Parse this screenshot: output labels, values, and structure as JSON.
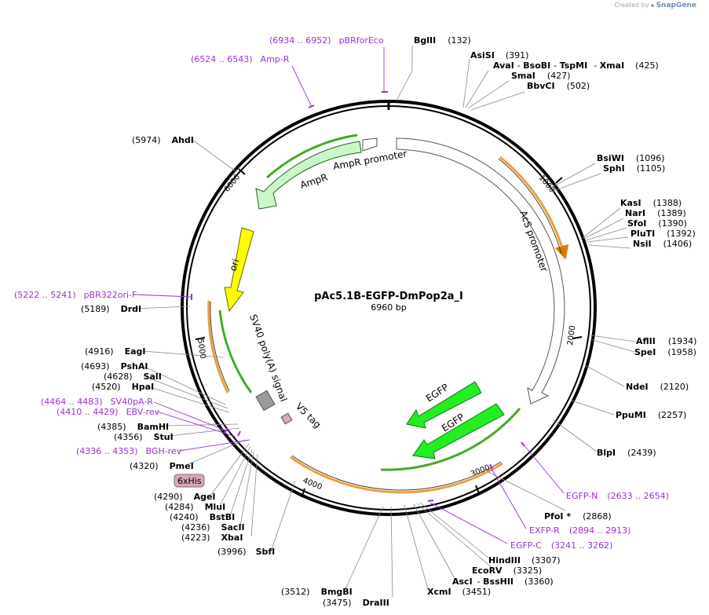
{
  "credit": {
    "prefix": "Created by",
    "brand": "SnapGene"
  },
  "plasmid": {
    "name": "pAc5.1B-EGFP-DmPop2a_I",
    "length_label": "6960 bp",
    "total_bp": 6960
  },
  "ticks": [
    {
      "bp": 1000,
      "label": "1000"
    },
    {
      "bp": 2000,
      "label": "2000"
    },
    {
      "bp": 3000,
      "label": "3000"
    },
    {
      "bp": 4000,
      "label": "4000"
    },
    {
      "bp": 5000,
      "label": "5000"
    },
    {
      "bp": 6000,
      "label": "6000"
    }
  ],
  "features": [
    {
      "label": "AmpR",
      "color": "#c9f7c9",
      "outline": "#226622"
    },
    {
      "label": "AmpR promoter",
      "color": "#ffffff",
      "outline": "#555555"
    },
    {
      "label": "AcS promoter",
      "color": "#ffffff",
      "outline": "#555555"
    },
    {
      "label": "ori",
      "color": "#ffff00",
      "outline": "#666600"
    },
    {
      "label": "SV40 poly(A) signal",
      "color": "#9a9a9a",
      "outline": "#555555"
    },
    {
      "label": "EGFP",
      "color": "#22ee22",
      "outline": "#117711"
    },
    {
      "label": "EGFP",
      "color": "#22ee22",
      "outline": "#117711"
    },
    {
      "label": "V5 tag",
      "color": "#d7a6b8",
      "outline": "#555555"
    },
    {
      "label": "6xHis",
      "color": "#d7a6b8",
      "outline": "#555555"
    }
  ],
  "sites": [
    {
      "name": "BglII",
      "pos": "(132)"
    },
    {
      "name": "AsiSI",
      "pos": "(391)"
    },
    {
      "name": "AvaI",
      "name2": "BsoBI",
      "name3": "TspMI",
      "name4": "XmaI",
      "pos": "(425)"
    },
    {
      "name": "SmaI",
      "pos": "(427)"
    },
    {
      "name": "BbvCI",
      "pos": "(502)"
    },
    {
      "name": "BsiWI",
      "pos": "(1096)"
    },
    {
      "name": "SphI",
      "pos": "(1105)"
    },
    {
      "name": "KasI",
      "pos": "(1388)"
    },
    {
      "name": "NarI",
      "pos": "(1389)"
    },
    {
      "name": "SfoI",
      "pos": "(1390)"
    },
    {
      "name": "PluTI",
      "pos": "(1392)"
    },
    {
      "name": "NsiI",
      "pos": "(1406)"
    },
    {
      "name": "AflII",
      "pos": "(1934)"
    },
    {
      "name": "SpeI",
      "pos": "(1958)"
    },
    {
      "name": "NdeI",
      "pos": "(2120)"
    },
    {
      "name": "PpuMI",
      "pos": "(2257)"
    },
    {
      "name": "BlpI",
      "pos": "(2439)"
    },
    {
      "name": "PfoI *",
      "pos": "(2868)"
    },
    {
      "name": "HindIII",
      "pos": "(3307)"
    },
    {
      "name": "EcoRV",
      "pos": "(3325)"
    },
    {
      "name": "AscI",
      "name2": "BssHII",
      "pos": "(3360)"
    },
    {
      "name": "XcmI",
      "pos": "(3451)"
    },
    {
      "name": "DraIII",
      "pos": "(3475)"
    },
    {
      "name": "BmgBI",
      "pos": "(3512)"
    },
    {
      "name": "SbfI",
      "pos": "(3996)"
    },
    {
      "name": "XbaI",
      "pos": "(4223)"
    },
    {
      "name": "SacII",
      "pos": "(4236)"
    },
    {
      "name": "BstBI",
      "pos": "(4240)"
    },
    {
      "name": "MluI",
      "pos": "(4284)"
    },
    {
      "name": "AgeI",
      "pos": "(4290)"
    },
    {
      "name": "PmeI",
      "pos": "(4320)"
    },
    {
      "name": "StuI",
      "pos": "(4356)"
    },
    {
      "name": "BamHI",
      "pos": "(4385)"
    },
    {
      "name": "HpaI",
      "pos": "(4520)"
    },
    {
      "name": "SalI",
      "pos": "(4628)"
    },
    {
      "name": "PshAI",
      "pos": "(4693)"
    },
    {
      "name": "EagI",
      "pos": "(4916)"
    },
    {
      "name": "DrdI",
      "pos": "(5189)"
    },
    {
      "name": "AhdI",
      "pos": "(5974)"
    }
  ],
  "primers": [
    {
      "range": "(6934 .. 6952)",
      "name": "pBRforEco"
    },
    {
      "range": "(6524 .. 6543)",
      "name": "Amp-R"
    },
    {
      "range": "(5222 .. 5241)",
      "name": "pBR322ori-F"
    },
    {
      "range": "(4464 .. 4483)",
      "name": "SV40pA-R"
    },
    {
      "range": "(4410 .. 4429)",
      "name": "EBV-rev"
    },
    {
      "range": "(4336 .. 4353)",
      "name": "BGH-rev"
    },
    {
      "range": "(2633 .. 2654)",
      "name": "EGFP-N"
    },
    {
      "range": "(2894 .. 2913)",
      "name": "EXFP-R"
    },
    {
      "range": "(3241 .. 3262)",
      "name": "EGFP-C"
    }
  ],
  "colors": {
    "backbone": "#000000",
    "primer": "#9b30d8",
    "feature_outline": "#e0a040"
  }
}
